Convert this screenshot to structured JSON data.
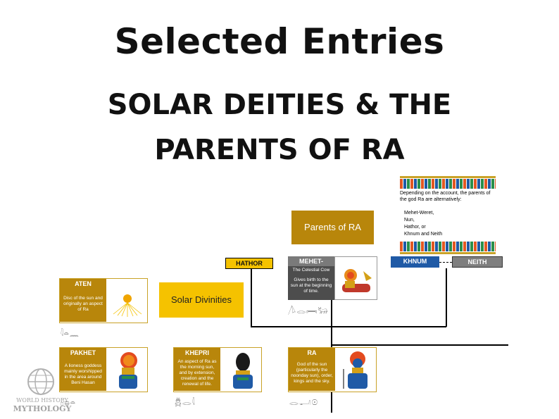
{
  "titles": {
    "line1": "Selected Entries",
    "line2": "SOLAR DEITIES & THE",
    "line3": "PARENTS OF RA"
  },
  "info_box": {
    "intro": "Depending on the account, the parents of the god Ra are alternatively:",
    "options": [
      "Mehet-Weret,",
      "Nun,",
      "Hathor, or",
      "Khnum and Neith"
    ]
  },
  "parents_label": "Parents of RA",
  "solar_label": "Solar Divinities",
  "hathor": "HATHOR",
  "khnum": "KHNUM",
  "neith": "NEITH",
  "mehet_weret": {
    "name": "MEHET-WERET",
    "subtitle": "The Celestial Cow",
    "desc": "Gives birth to the sun at the beginning of time.",
    "glyphs": "𓌅𓂋𓇯𓃒"
  },
  "aten": {
    "name": "ATEN",
    "desc": "Disc of the sun and originally an aspect of Ra",
    "glyphs": "𓇋𓏏𓈖"
  },
  "pakhet": {
    "name": "PAKHET",
    "desc": "A lioness goddess mainly worshipped in the area around Beni Hasan",
    "glyphs": "𓊪𓐍𓏏"
  },
  "khepri": {
    "name": "KHEPRI",
    "desc": "An aspect of Ra as the morning sun, and by extension, creation and the renewal of life.",
    "glyphs": "𓆣𓂋𓇋"
  },
  "ra": {
    "name": "RA",
    "desc": "God of the sun (particularly the noonday sun), order, kings and the sky.",
    "glyphs": "𓂋𓂝𓇳"
  },
  "watermark": {
    "line1": "WORLD HISTORY",
    "line2": "MYTHOLOGY"
  },
  "colors": {
    "gold": "#b8860b",
    "yellow": "#f5c200",
    "khnum_blue": "#1f5aa6",
    "neith_gray": "#7f7f7f",
    "card_gray": "#4d4d4d"
  }
}
